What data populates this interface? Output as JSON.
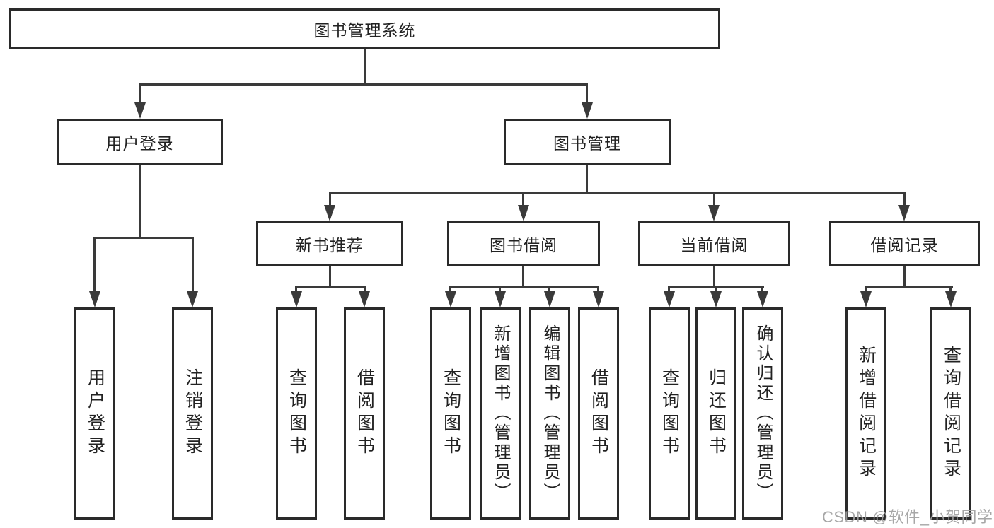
{
  "diagram": {
    "root": {
      "label": "图书管理系统"
    },
    "level2": [
      {
        "label": "用户登录"
      },
      {
        "label": "图书管理"
      }
    ],
    "level3": [
      {
        "label": "新书推荐"
      },
      {
        "label": "图书借阅"
      },
      {
        "label": "当前借阅"
      },
      {
        "label": "借阅记录"
      }
    ],
    "leaves": [
      {
        "label": "用户登录"
      },
      {
        "label": "注销登录"
      },
      {
        "label": "查询图书"
      },
      {
        "label": "借阅图书"
      },
      {
        "label": "查询图书"
      },
      {
        "label": "新增图书（管理员）"
      },
      {
        "label": "编辑图书（管理员）"
      },
      {
        "label": "借阅图书"
      },
      {
        "label": "查询图书"
      },
      {
        "label": "归还图书"
      },
      {
        "label": "确认归还（管理员）"
      },
      {
        "label": "新增借阅记录"
      },
      {
        "label": "查询借阅记录"
      }
    ],
    "watermark": "CSDN @软件_小贺同学",
    "colors": {
      "line": "#3a3a3a",
      "box_border": "#2a2a2a",
      "box_fill": "#ffffff",
      "text": "#222222",
      "watermark": "#a0a0a0"
    }
  }
}
